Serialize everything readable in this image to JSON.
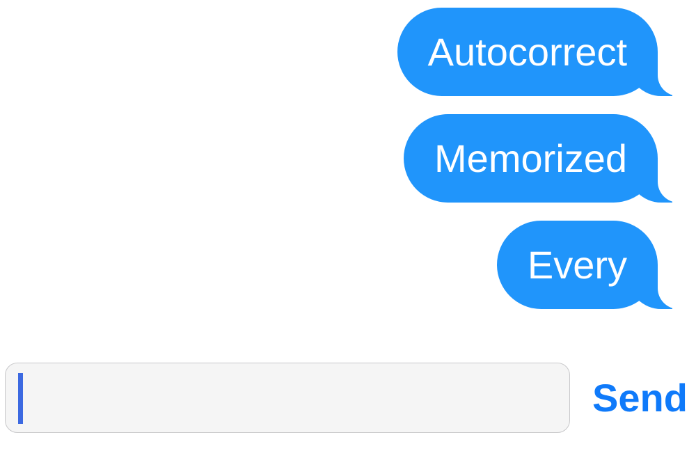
{
  "conversation": {
    "messages": [
      {
        "text": "Autocorrect",
        "sender": "me"
      },
      {
        "text": "Memorized",
        "sender": "me"
      },
      {
        "text": "Every",
        "sender": "me"
      }
    ]
  },
  "composer": {
    "input_value": "",
    "send_label": "Send"
  },
  "colors": {
    "bubble_blue": "#2095FB",
    "bubble_text": "#FFFFFF",
    "send_blue": "#0F7AFA",
    "caret_blue": "#3C69E1",
    "input_background": "#F5F5F5",
    "input_border": "#C8C8CA"
  }
}
